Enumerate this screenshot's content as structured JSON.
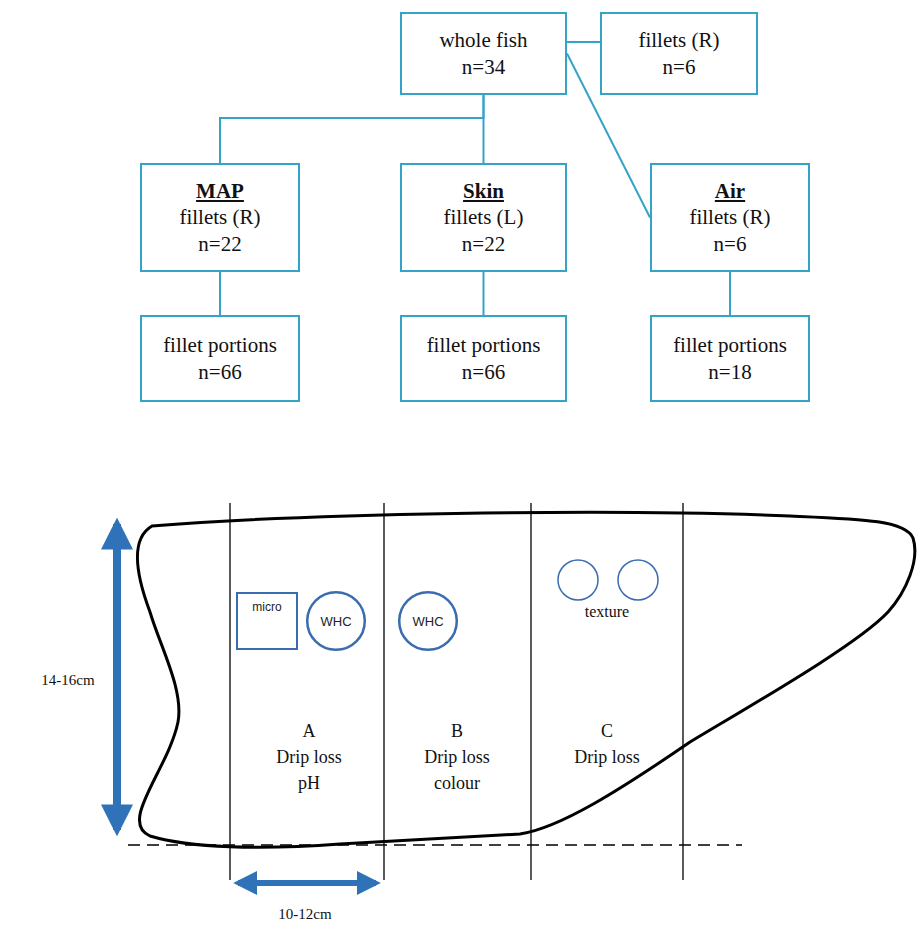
{
  "diagram": {
    "nodes": [
      {
        "text": [
          "whole fish",
          "n=34"
        ]
      },
      {
        "text": [
          "fillets (R)",
          "n=6"
        ]
      },
      {
        "text": [
          "MAP",
          "fillets (R)",
          "n=22"
        ]
      },
      {
        "text": [
          "Skin",
          "fillets (L)",
          "n=22"
        ]
      },
      {
        "text": [
          "Air",
          "fillets (R)",
          "n=6"
        ]
      },
      {
        "text": [
          "fillet portions",
          "n=66"
        ]
      },
      {
        "text": [
          "fillet portions",
          "n=66"
        ]
      },
      {
        "text": [
          "fillet portions",
          "n=18"
        ]
      },
      {
        "text": [
          "micro"
        ]
      },
      {
        "text": [
          "WHC"
        ]
      },
      {
        "text": [
          "WHC"
        ]
      }
    ],
    "edges": [
      {
        "from": 0,
        "to": 1,
        "arrow": "none"
      },
      {
        "from": 0,
        "to": 2,
        "arrow": "none"
      },
      {
        "from": 0,
        "to": 3,
        "arrow": "none"
      },
      {
        "from": 0,
        "to": 4,
        "arrow": "none"
      },
      {
        "from": 2,
        "to": 5,
        "arrow": "none"
      },
      {
        "from": 3,
        "to": 6,
        "arrow": "none"
      },
      {
        "from": 4,
        "to": 7,
        "arrow": "none"
      }
    ],
    "labels": [
      "A",
      "Drip loss",
      "pH",
      "B",
      "Drip loss",
      "colour",
      "C",
      "Drip loss",
      "texture",
      "14-16cm",
      "10-12cm"
    ]
  }
}
